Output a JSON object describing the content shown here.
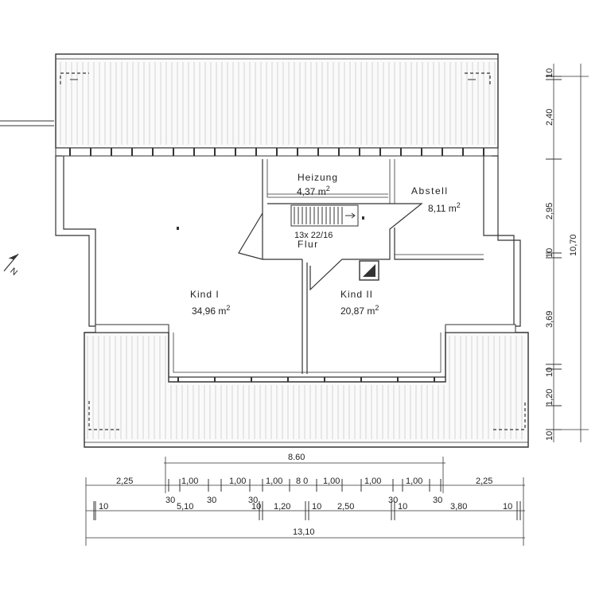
{
  "rooms": {
    "heizung": {
      "name": "Heizung",
      "area": "4,37 m",
      "sup": "2"
    },
    "abstell": {
      "name": "Abstell",
      "area": "8,11 m",
      "sup": "2"
    },
    "stair": {
      "label": "13x 22/16"
    },
    "flur": {
      "name": "Flur"
    },
    "kind1": {
      "name": "Kind I",
      "area": "34,96 m",
      "sup": "2"
    },
    "kind2": {
      "name": "Kind II",
      "area": "20,87 m",
      "sup": "2"
    }
  },
  "north": {
    "label": "N"
  },
  "dims_h": {
    "top_total": "8.60",
    "row1": [
      "2,25",
      "1,00",
      "1,00",
      "1,00",
      "8 0",
      "1,00",
      "1,00",
      "1,00",
      "2,25"
    ],
    "row2": [
      "30",
      "30",
      "30",
      "30",
      "30"
    ],
    "row3": [
      "10",
      "5,10",
      "10",
      "1,20",
      "10",
      "2,50",
      "10",
      "3,80",
      "10"
    ],
    "overall": "13,10"
  },
  "dims_v": {
    "segments": [
      "10",
      "2,40",
      "2,95",
      "10",
      "3,69",
      "10",
      "1,20",
      "10"
    ],
    "overall": "10,70"
  }
}
